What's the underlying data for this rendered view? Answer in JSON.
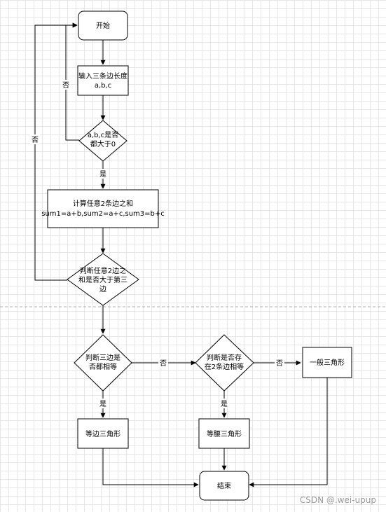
{
  "nodes": {
    "start": {
      "label": "开始"
    },
    "input": {
      "lines": [
        "输入三条边长度",
        "a,b,c"
      ]
    },
    "check_positive": {
      "lines": [
        "a,b,c是否",
        "都大于0"
      ]
    },
    "compute_sums": {
      "lines": [
        "计算任意2条边之和",
        "sum1=a+b,sum2=a+c,sum3=b+c"
      ]
    },
    "check_triangle": {
      "lines": [
        "判断任意2边之",
        "和是否大于第三",
        "边"
      ]
    },
    "check_equilateral": {
      "lines": [
        "判断三边是",
        "否都相等"
      ]
    },
    "check_isosceles": {
      "lines": [
        "判断是否存",
        "在2条边相等"
      ]
    },
    "equilateral": {
      "label": "等边三角形"
    },
    "isosceles": {
      "label": "等腰三角形"
    },
    "scalene": {
      "label": "一般三角形"
    },
    "end": {
      "label": "结束"
    }
  },
  "edges": {
    "positive_yes": "是",
    "positive_no": "否",
    "triangle_no": "否",
    "equilateral_no": "否",
    "isosceles_no": "否",
    "equilateral_yes": "是",
    "isosceles_yes": "是"
  },
  "watermark": "CSDN @.wei-upup"
}
